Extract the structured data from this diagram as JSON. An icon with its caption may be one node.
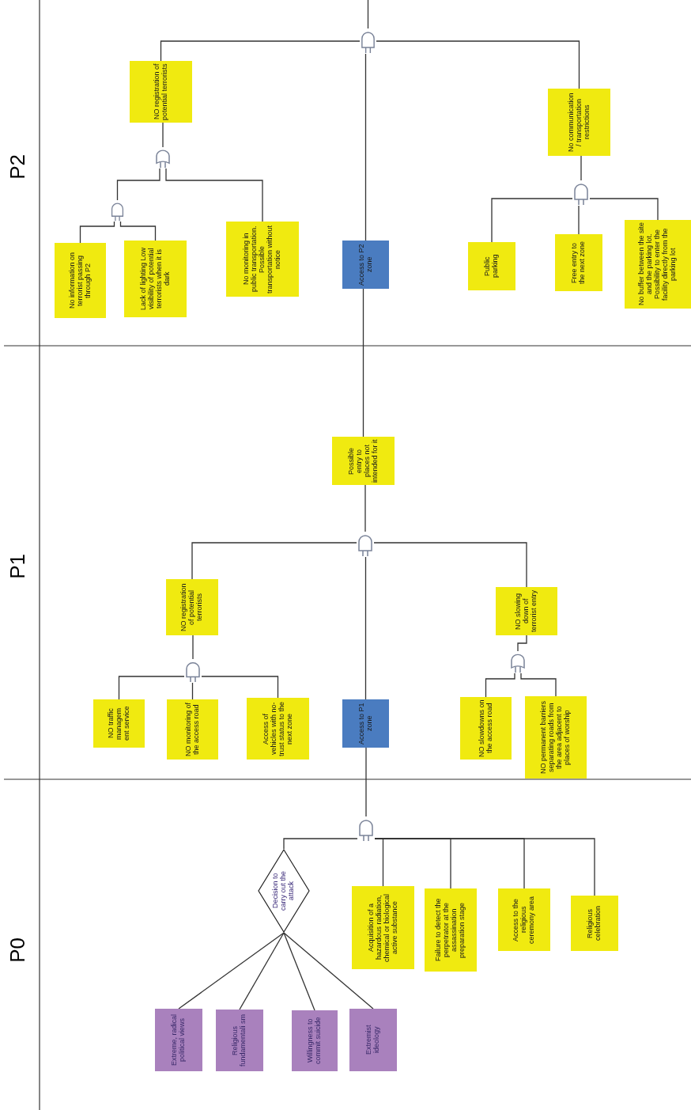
{
  "diagram": {
    "nodes": [
      {
        "text": [
          "NO registration of potential terrorists"
        ]
      },
      {
        "text": [],
        "shape": "or"
      },
      {
        "text": [],
        "shape": "and"
      },
      {
        "text": [
          "No information on terrorist passing through P2"
        ]
      },
      {
        "text": [
          "Lack of lighting Low visibility of potential terrorists when it is dark"
        ]
      },
      {
        "text": [
          "No monitoring in public transportation. Possible transportation without notice"
        ]
      },
      {
        "text": [],
        "shape": "and"
      },
      {
        "text": [
          "Access to P2 zone"
        ]
      },
      {
        "text": [
          "No communication / transportation restrictions"
        ]
      },
      {
        "text": [],
        "shape": "and"
      },
      {
        "text": [
          "Public parking"
        ]
      },
      {
        "text": [
          "Free entry to the next zone"
        ]
      },
      {
        "text": [
          "No buffer between the site and the parking lot. Possibility to enter the facility directly from the parking lot"
        ]
      },
      {
        "text": [
          "Possible entry to places not intended for it"
        ]
      },
      {
        "text": [],
        "shape": "and"
      },
      {
        "text": [
          "NO registration of potential terrorists"
        ]
      },
      {
        "text": [],
        "shape": "and"
      },
      {
        "text": [
          "NO traffic managem ent service"
        ]
      },
      {
        "text": [
          "NO monitoring of the access road"
        ]
      },
      {
        "text": [
          "Access of vehicles with no-trust status to the next zone"
        ]
      },
      {
        "text": [
          "Access to P1 zone"
        ]
      },
      {
        "text": [
          "NO slowing down of terrorist entry"
        ]
      },
      {
        "text": [],
        "shape": "or"
      },
      {
        "text": [
          "NO slowdowns on the access road"
        ]
      },
      {
        "text": [
          "NO permanent barriers separating roads from the area adjacent to places of worship"
        ]
      },
      {
        "text": [],
        "shape": "and"
      },
      {
        "text": [
          "Decision to carry out the attack"
        ]
      },
      {
        "text": [
          "Extreme, radical political views"
        ]
      },
      {
        "text": [
          "Religious fundamentali sm"
        ]
      },
      {
        "text": [
          "Willingness to commit suicide"
        ]
      },
      {
        "text": [
          "Extremist ideology"
        ]
      },
      {
        "text": [
          "Acquisition of a hazardous radiation, chemical or biological active substance"
        ]
      },
      {
        "text": [
          "Failure to detect the perpetrator at the assassination preparation stage"
        ]
      },
      {
        "text": [
          "Access to the religious ceremony area"
        ]
      },
      {
        "text": [
          "Religious celebration"
        ]
      }
    ],
    "edges": [
      {
        "from": 6,
        "to": null,
        "arrow": "none"
      },
      {
        "from": 6,
        "to": 0,
        "arrow": "none"
      },
      {
        "from": 6,
        "to": 8,
        "arrow": "none"
      },
      {
        "from": 6,
        "to": 7,
        "arrow": "none"
      },
      {
        "from": 0,
        "to": 1,
        "arrow": "none"
      },
      {
        "from": 1,
        "to": 2,
        "arrow": "none"
      },
      {
        "from": 1,
        "to": 5,
        "arrow": "none"
      },
      {
        "from": 2,
        "to": 3,
        "arrow": "none"
      },
      {
        "from": 2,
        "to": 4,
        "arrow": "none"
      },
      {
        "from": 8,
        "to": 9,
        "arrow": "none"
      },
      {
        "from": 9,
        "to": 10,
        "arrow": "none"
      },
      {
        "from": 9,
        "to": 11,
        "arrow": "none"
      },
      {
        "from": 9,
        "to": 12,
        "arrow": "none"
      },
      {
        "from": 7,
        "to": 13,
        "arrow": "none"
      },
      {
        "from": 13,
        "to": 14,
        "arrow": "none"
      },
      {
        "from": 14,
        "to": 15,
        "arrow": "none"
      },
      {
        "from": 14,
        "to": 21,
        "arrow": "none"
      },
      {
        "from": 14,
        "to": 20,
        "arrow": "none"
      },
      {
        "from": 15,
        "to": 16,
        "arrow": "none"
      },
      {
        "from": 16,
        "to": 17,
        "arrow": "none"
      },
      {
        "from": 16,
        "to": 18,
        "arrow": "none"
      },
      {
        "from": 16,
        "to": 19,
        "arrow": "none"
      },
      {
        "from": 21,
        "to": 22,
        "arrow": "none"
      },
      {
        "from": 22,
        "to": 23,
        "arrow": "none"
      },
      {
        "from": 22,
        "to": 24,
        "arrow": "none"
      },
      {
        "from": 20,
        "to": 25,
        "arrow": "none"
      },
      {
        "from": 25,
        "to": 26,
        "arrow": "none"
      },
      {
        "from": 25,
        "to": 31,
        "arrow": "none"
      },
      {
        "from": 25,
        "to": 32,
        "arrow": "none"
      },
      {
        "from": 25,
        "to": 33,
        "arrow": "none"
      },
      {
        "from": 25,
        "to": 34,
        "arrow": "none"
      },
      {
        "from": 26,
        "to": 27,
        "arrow": "none"
      },
      {
        "from": 26,
        "to": 28,
        "arrow": "none"
      },
      {
        "from": 26,
        "to": 29,
        "arrow": "none"
      },
      {
        "from": 26,
        "to": 30,
        "arrow": "none"
      }
    ],
    "labels": [
      "P2",
      "P1",
      "P0"
    ]
  }
}
